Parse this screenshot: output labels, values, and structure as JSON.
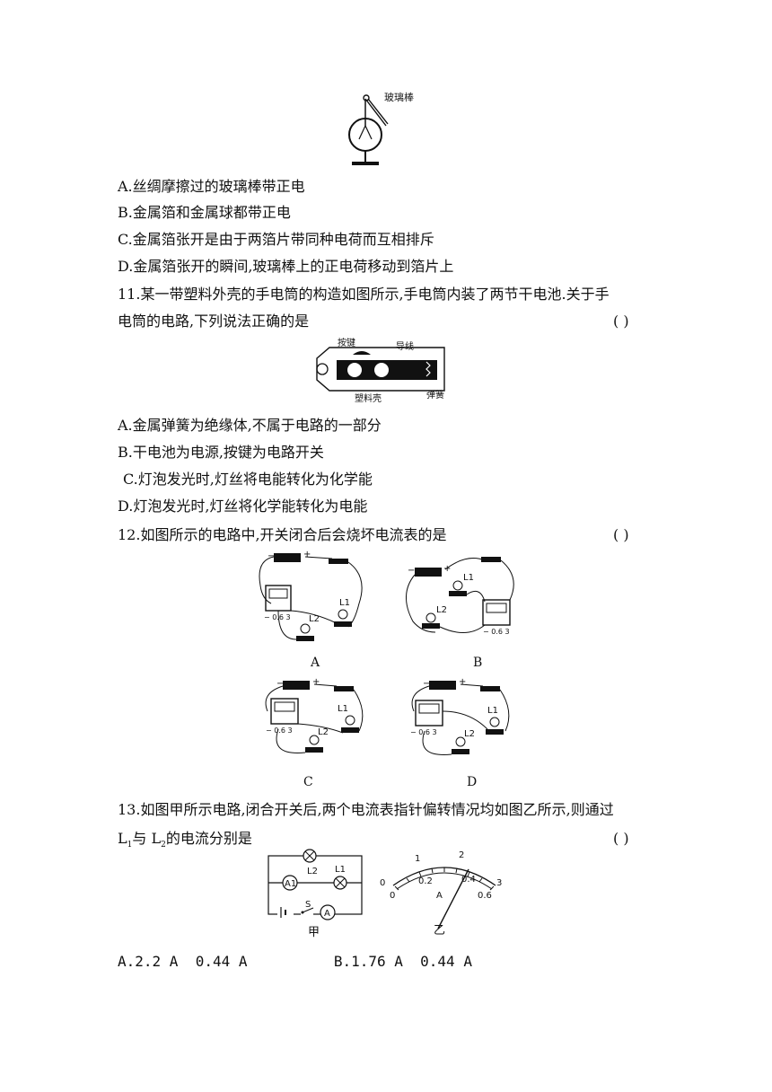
{
  "electroscope": {
    "label": "玻璃棒"
  },
  "q10": {
    "options": [
      "A.丝绸摩擦过的玻璃棒带正电",
      "B.金属箔和金属球都带正电",
      "C.金属箔张开是由于两箔片带同种电荷而互相排斥",
      "D.金属箔张开的瞬间,玻璃棒上的正电荷移动到箔片上"
    ]
  },
  "q11": {
    "stem_line1": "11.某一带塑料外壳的手电筒的构造如图所示,手电筒内装了两节干电池.关于手",
    "stem_line2": "电筒的电路,下列说法正确的是",
    "answer_paren": "(     )",
    "figure_labels": {
      "button": "按键",
      "wire": "导线",
      "shell": "塑料壳",
      "spring": "弹簧"
    },
    "options": [
      "A.金属弹簧为绝缘体,不属于电路的一部分",
      "B.干电池为电源,按键为电路开关",
      "C.灯泡发光时,灯丝将电能转化为化学能",
      "D.灯泡发光时,灯丝将化学能转化为电能"
    ]
  },
  "q12": {
    "stem": "12.如图所示的电路中,开关闭合后会烧坏电流表的是",
    "answer_paren": "(     )",
    "figures": [
      {
        "caption": "A",
        "l1": "L1",
        "l2": "L2",
        "meter_ticks": "− 0.6 3"
      },
      {
        "caption": "B",
        "l1": "L1",
        "l2": "L2",
        "meter_ticks": "− 0.6 3"
      },
      {
        "caption": "C",
        "l1": "L1",
        "l2": "L2",
        "meter_ticks": "− 0.6 3"
      },
      {
        "caption": "D",
        "l1": "L1",
        "l2": "L2",
        "meter_ticks": "− 0.6 3"
      }
    ]
  },
  "q13": {
    "stem_line1": "13.如图甲所示电路,闭合开关后,两个电流表指针偏转情况均如图乙所示,则通过",
    "stem_line2_a": "L",
    "stem_line2_sub1": "1",
    "stem_line2_b": "与 L",
    "stem_line2_sub2": "2",
    "stem_line2_c": "的电流分别是",
    "answer_paren": "(     )",
    "circuit": {
      "caption": "甲",
      "a1": "A1",
      "a": "A",
      "l1": "L1",
      "l2": "L2",
      "s": "S"
    },
    "meter": {
      "caption": "乙",
      "unit": "A",
      "outer_ticks": [
        "0",
        "1",
        "2",
        "3"
      ],
      "inner_ticks": [
        "0",
        "0.2",
        "0.4",
        "0.6"
      ]
    },
    "options_line": "A.2.2 A  0.44 A          B.1.76 A  0.44 A"
  }
}
